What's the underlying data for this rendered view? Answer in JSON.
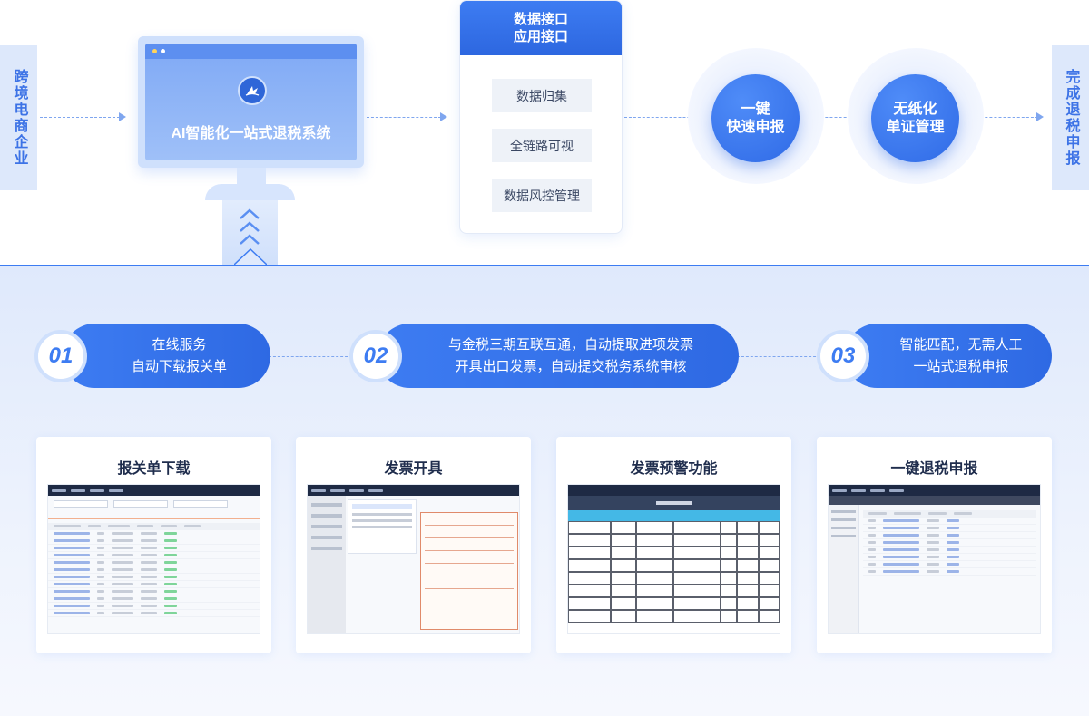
{
  "left_label": "跨境电商企业",
  "right_label": "完成退税申报",
  "system": {
    "title": "AI智能化一站式退税系统"
  },
  "api_card": {
    "header_line1": "数据接口",
    "header_line2": "应用接口",
    "items": [
      "数据归集",
      "全链路可视",
      "数据风控管理"
    ]
  },
  "circles": [
    {
      "line1": "一键",
      "line2": "快速申报"
    },
    {
      "line1": "无纸化",
      "line2": "单证管理"
    }
  ],
  "steps": [
    {
      "num": "01",
      "line1": "在线服务",
      "line2": "自动下载报关单"
    },
    {
      "num": "02",
      "line1": "与金税三期互联互通，自动提取进项发票",
      "line2": "开具出口发票，自动提交税务系统审核"
    },
    {
      "num": "03",
      "line1": "智能匹配，无需人工",
      "line2": "一站式退税申报"
    }
  ],
  "features": [
    {
      "title": "报关单下载"
    },
    {
      "title": "发票开具"
    },
    {
      "title": "发票预警功能"
    },
    {
      "title": "一键退税申报"
    }
  ],
  "colors": {
    "primary": "#3d7cf2",
    "primary_dark": "#2e69e3",
    "light_bg": "#dfe9fc"
  }
}
